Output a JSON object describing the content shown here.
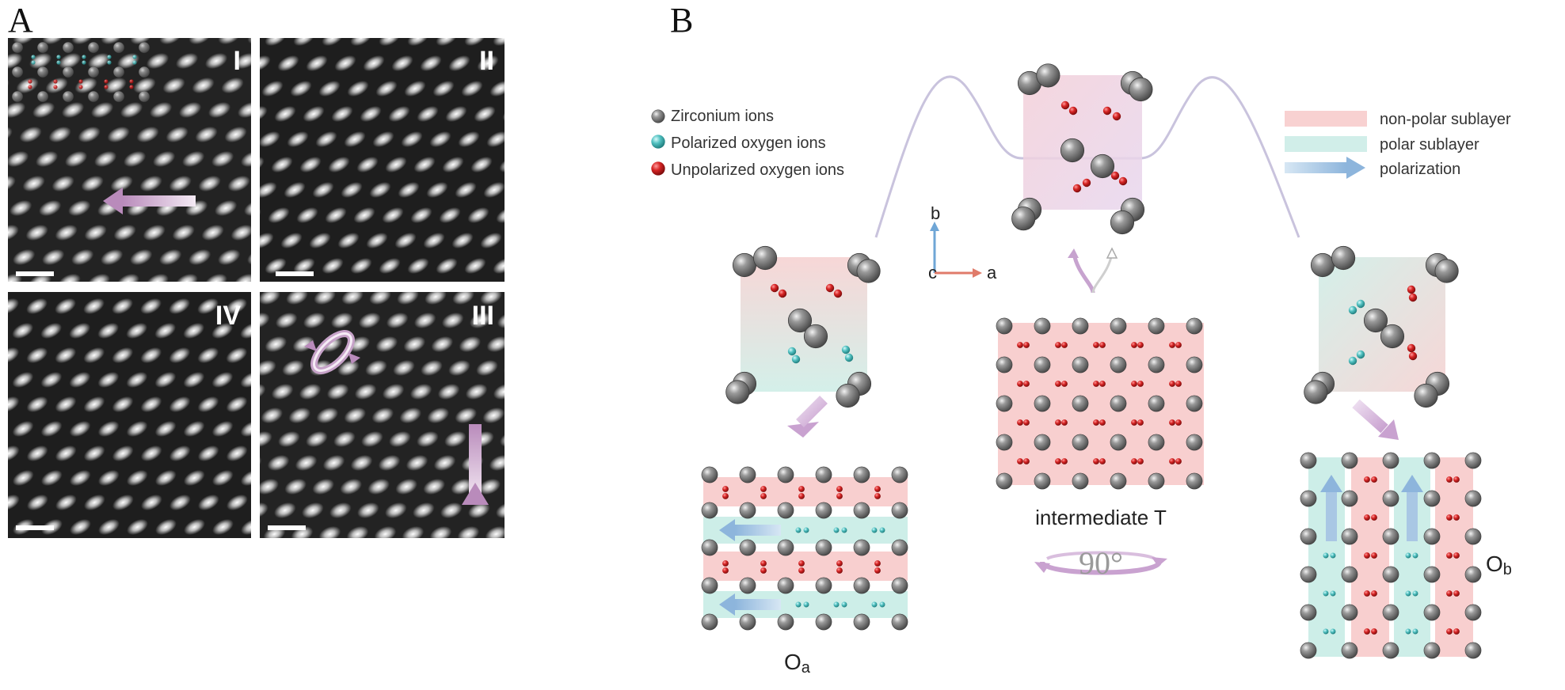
{
  "panel_a": {
    "label": "A",
    "quadrants": [
      {
        "id": "I",
        "label": "I",
        "arrow": "left",
        "inset_model": true
      },
      {
        "id": "II",
        "label": "II",
        "arrow": "none",
        "inset_model": false
      },
      {
        "id": "III",
        "label": "III",
        "arrow": "up",
        "inset_model": false
      },
      {
        "id": "IV",
        "label": "IV",
        "arrow": "none",
        "inset_model": false
      }
    ],
    "colors": {
      "background": "#1a1a1a",
      "atom_bright": "#f4f4f4",
      "divider": "#ffffff",
      "arrow": "#c9a6c9"
    }
  },
  "panel_b": {
    "label": "B",
    "legend_ions": [
      {
        "label": "Zirconium ions",
        "color": "#8c8c8c"
      },
      {
        "label": "Polarized oxygen ions",
        "color": "#47b8b8"
      },
      {
        "label": "Unpolarized oxygen ions",
        "color": "#c62020"
      }
    ],
    "legend_layers": [
      {
        "label": "non-polar sublayer",
        "color": "#f6c9c9"
      },
      {
        "label": "polar sublayer",
        "color": "#c9ece6"
      },
      {
        "label": "polarization",
        "color": "#9cc1e0"
      }
    ],
    "axes": {
      "b": "b",
      "c": "c",
      "a": "a"
    },
    "phases": {
      "oa_main": "O",
      "oa_sub": "a",
      "ob_main": "O",
      "ob_sub": "b",
      "intermediate": "intermediate T"
    },
    "rotation": "90°",
    "colors": {
      "zr": "#7d7d7d",
      "oxygen_red": "#c41e1e",
      "oxygen_teal": "#4cb9b9",
      "pink_layer": "#f8cfcf",
      "teal_layer": "#cdeee8",
      "energy_curve": "#c2bdd6",
      "process_arrow": "#d0aed6",
      "polar_arrow": "#8fb6dc",
      "axis_b": "#6fa6d6",
      "axis_a": "#e07b6a"
    }
  }
}
